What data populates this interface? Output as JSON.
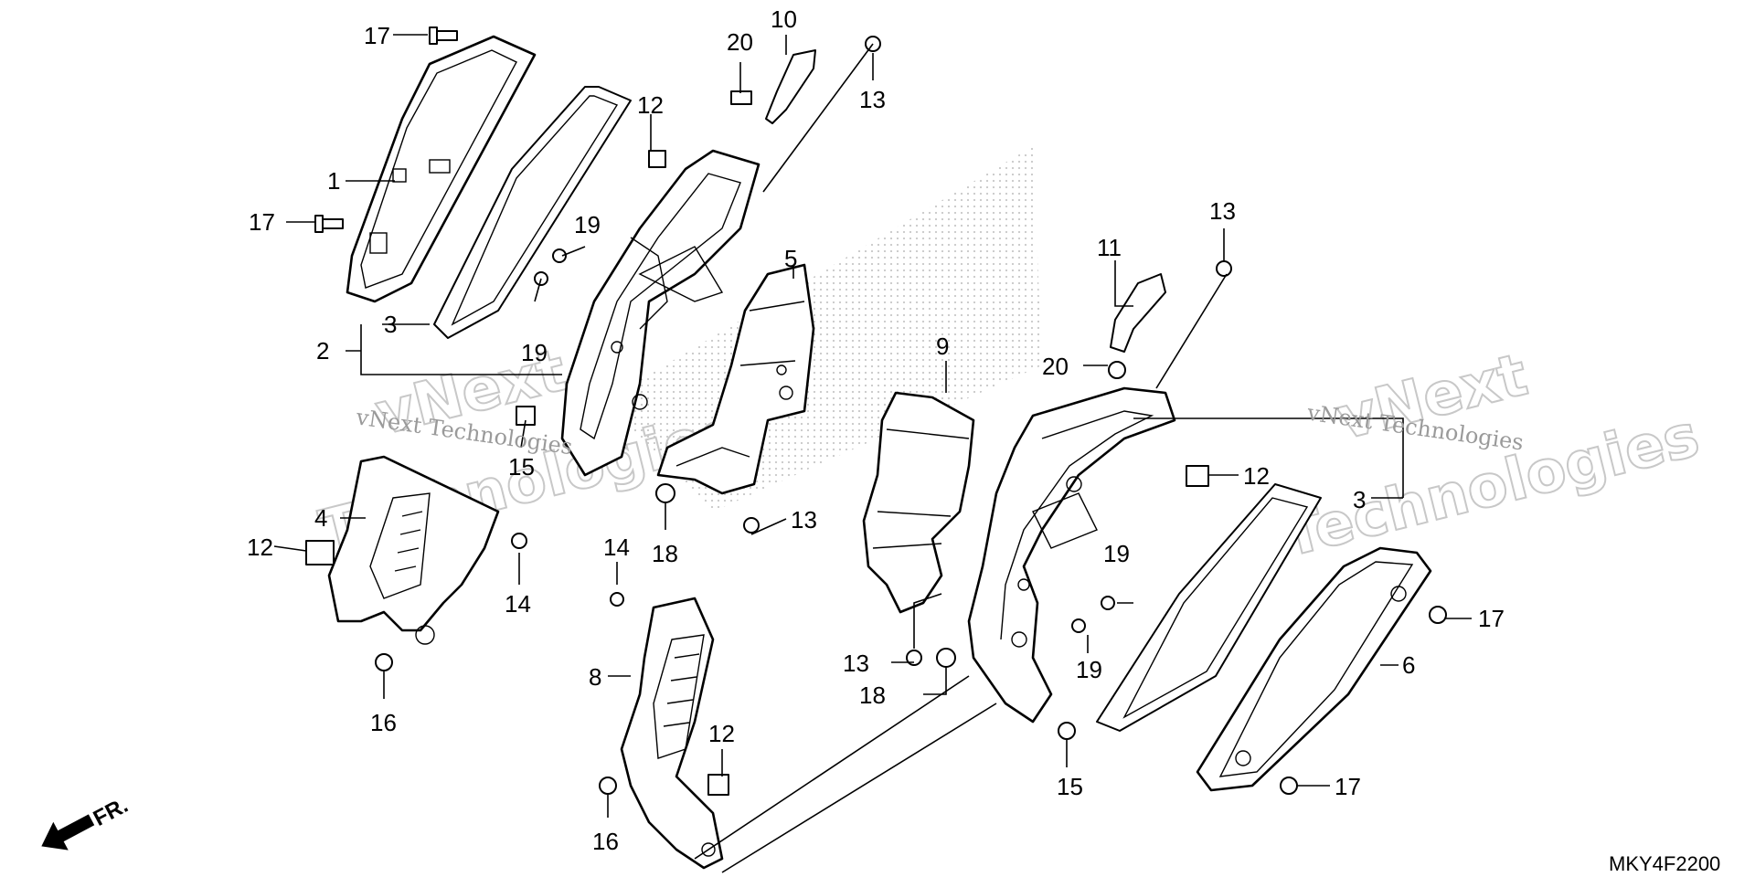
{
  "diagram": {
    "code": "MKY4F2200",
    "front_marker": "FR.",
    "watermark_small": "vNext Technologies",
    "watermark_large": [
      "vNext",
      "Technologies"
    ],
    "labels": [
      {
        "id": "l17a",
        "text": "17"
      },
      {
        "id": "l1",
        "text": "1"
      },
      {
        "id": "l17b",
        "text": "17"
      },
      {
        "id": "l3a",
        "text": "3"
      },
      {
        "id": "l2",
        "text": "2"
      },
      {
        "id": "l20a",
        "text": "20"
      },
      {
        "id": "l10",
        "text": "10"
      },
      {
        "id": "l13a",
        "text": "13"
      },
      {
        "id": "l12a",
        "text": "12"
      },
      {
        "id": "l19a",
        "text": "19"
      },
      {
        "id": "l19b",
        "text": "19"
      },
      {
        "id": "l5",
        "text": "5"
      },
      {
        "id": "l15a",
        "text": "15"
      },
      {
        "id": "l4",
        "text": "4"
      },
      {
        "id": "l12b",
        "text": "12"
      },
      {
        "id": "l14a",
        "text": "14"
      },
      {
        "id": "l16a",
        "text": "16"
      },
      {
        "id": "l18a",
        "text": "18"
      },
      {
        "id": "l13b",
        "text": "13"
      },
      {
        "id": "l14b",
        "text": "14"
      },
      {
        "id": "l8",
        "text": "8"
      },
      {
        "id": "l12c",
        "text": "12"
      },
      {
        "id": "l16b",
        "text": "16"
      },
      {
        "id": "l9",
        "text": "9"
      },
      {
        "id": "l13c",
        "text": "13"
      },
      {
        "id": "l18b",
        "text": "18"
      },
      {
        "id": "l11",
        "text": "11"
      },
      {
        "id": "l13d",
        "text": "13"
      },
      {
        "id": "l20b",
        "text": "20"
      },
      {
        "id": "l12d",
        "text": "12"
      },
      {
        "id": "l3b",
        "text": "3"
      },
      {
        "id": "l19c",
        "text": "19"
      },
      {
        "id": "l19d",
        "text": "19"
      },
      {
        "id": "l15b",
        "text": "15"
      },
      {
        "id": "l17c",
        "text": "17"
      },
      {
        "id": "l6",
        "text": "6"
      },
      {
        "id": "l17d",
        "text": "17"
      }
    ]
  }
}
